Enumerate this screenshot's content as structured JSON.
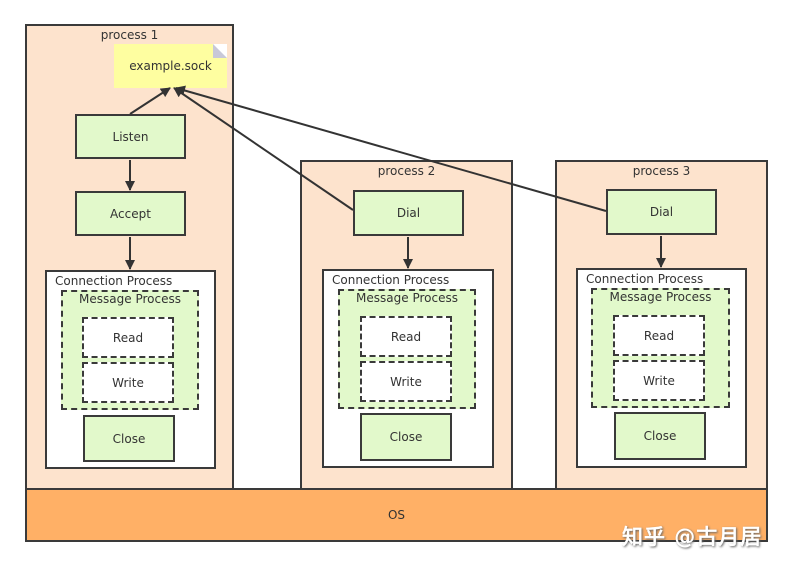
{
  "diagram": {
    "note": {
      "label": "example.sock",
      "icon": "note-fold-icon"
    },
    "processes": [
      {
        "title": "process 1",
        "steps": [
          "Listen",
          "Accept"
        ],
        "connection": {
          "title": "Connection Process",
          "message": {
            "title": "Message Process",
            "read": "Read",
            "write": "Write"
          },
          "close": "Close"
        }
      },
      {
        "title": "process 2",
        "steps": [
          "Dial"
        ],
        "connection": {
          "title": "Connection Process",
          "message": {
            "title": "Message Process",
            "read": "Read",
            "write": "Write"
          },
          "close": "Close"
        }
      },
      {
        "title": "process 3",
        "steps": [
          "Dial"
        ],
        "connection": {
          "title": "Connection Process",
          "message": {
            "title": "Message Process",
            "read": "Read",
            "write": "Write"
          },
          "close": "Close"
        }
      }
    ],
    "os": {
      "label": "OS"
    },
    "edges": [
      {
        "from": "Listen",
        "to": "example.sock"
      },
      {
        "from": "Listen",
        "to": "Accept"
      },
      {
        "from": "Accept",
        "to": "Connection Process (process 1)"
      },
      {
        "from": "Dial (process 2)",
        "to": "example.sock"
      },
      {
        "from": "Dial (process 2)",
        "to": "Connection Process (process 2)"
      },
      {
        "from": "Dial (process 3)",
        "to": "example.sock"
      },
      {
        "from": "Dial (process 3)",
        "to": "Connection Process (process 3)"
      }
    ],
    "colors": {
      "process_bg": "#fde3cd",
      "step_bg": "#e2f9cb",
      "note_bg": "#fefea0",
      "os_bg": "#ffb066",
      "border": "#3a3a3a"
    }
  },
  "watermark": "知乎 @古月居"
}
